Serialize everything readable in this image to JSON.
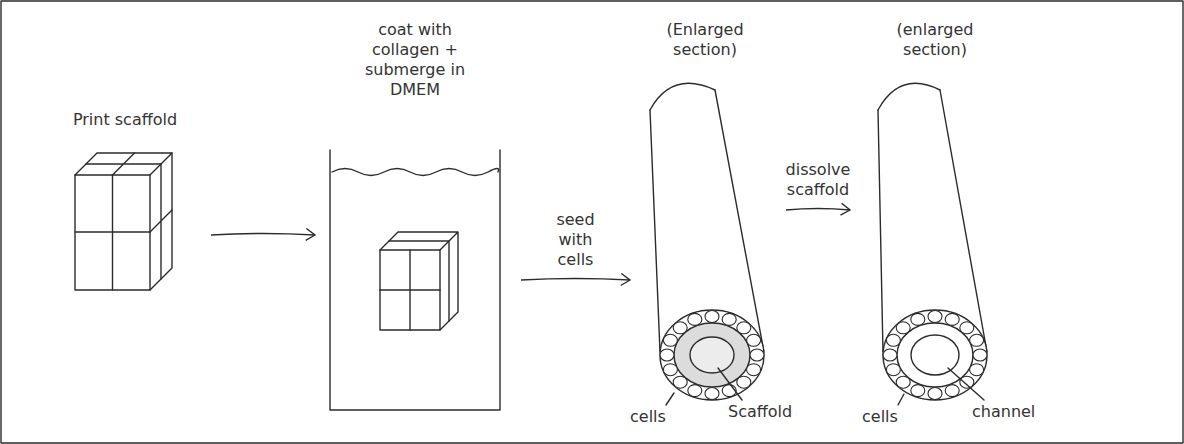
{
  "diagram": {
    "nodes": [
      {
        "text": [
          "Print scaffold"
        ]
      },
      {
        "text": [
          "coat with collagen + submerge in DMEM"
        ]
      },
      {
        "text": [
          "(Enlarged section)"
        ]
      },
      {
        "text": [
          "(enlarged section)"
        ]
      }
    ],
    "edges": [
      {
        "from": 0,
        "to": 1,
        "arrow": "to"
      },
      {
        "from": 1,
        "to": 2,
        "arrow": "to",
        "label": "seed with cells"
      },
      {
        "from": 2,
        "to": 3,
        "arrow": "to",
        "label": "dissolve scaffold"
      }
    ],
    "labels": [
      "cells",
      "Scaffold",
      "cells",
      "channel"
    ]
  }
}
